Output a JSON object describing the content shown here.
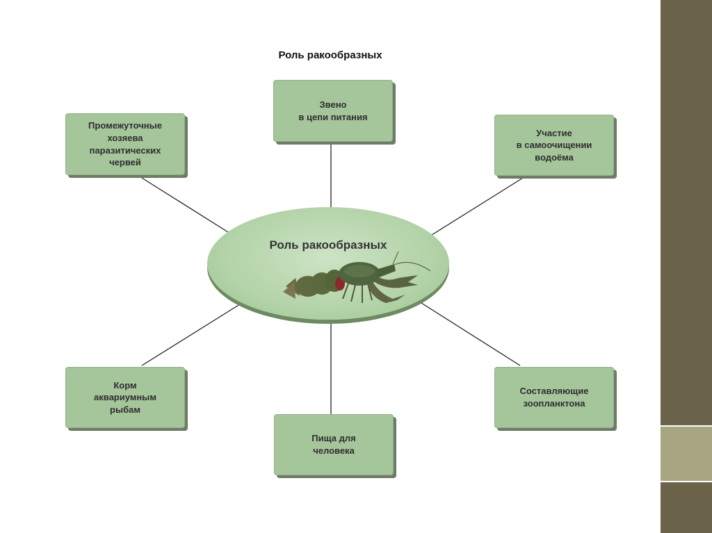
{
  "title": "Роль ракообразных",
  "center": {
    "label": "Роль ракообразных",
    "image_icon": "crayfish-icon"
  },
  "nodes": {
    "food_chain": "Звено\nв цепи питания",
    "intermediate_hosts": "Промежуточные\nхозяева\nпаразитических\nчервей",
    "self_purification": "Участие\nв самоочищении\nводоёма",
    "aquarium_feed": "Корм\nаквариумным\nрыбам",
    "human_food": "Пища для\nчеловека",
    "zooplankton": "Составляющие\nзоопланктона"
  },
  "colors": {
    "box_fill": "#a5c59b",
    "ellipse_fill": "#b3d3a8",
    "side_bar": "#6b624a",
    "side_bar_accent": "#a8a583"
  }
}
